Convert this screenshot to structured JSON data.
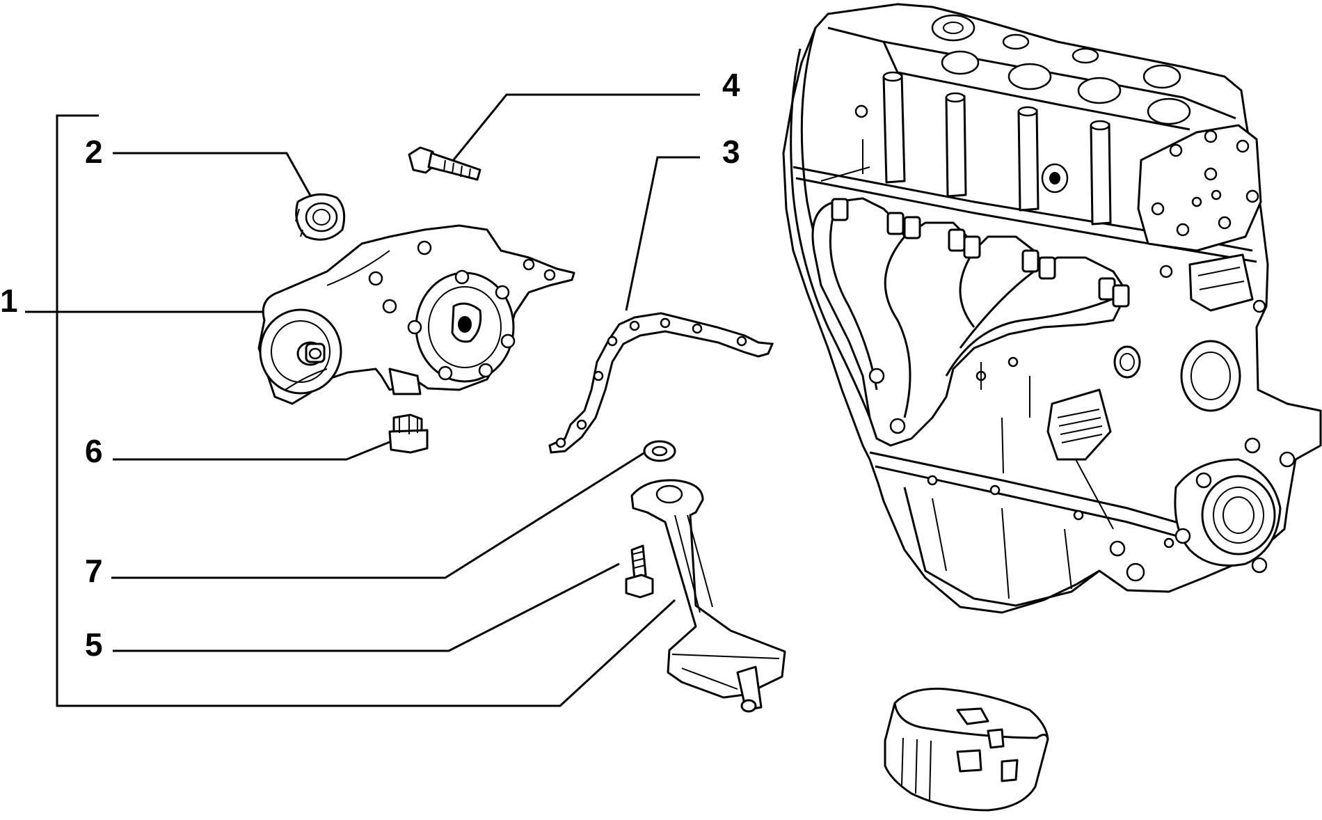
{
  "diagram": {
    "type": "exploded parts diagram",
    "callouts": [
      {
        "id": "1",
        "label": "1",
        "part": "oil-pump-assembly"
      },
      {
        "id": "2",
        "label": "2",
        "part": "seal-ring"
      },
      {
        "id": "3",
        "label": "3",
        "part": "gasket"
      },
      {
        "id": "4",
        "label": "4",
        "part": "bolt"
      },
      {
        "id": "5",
        "label": "5",
        "part": "bolt"
      },
      {
        "id": "6",
        "label": "6",
        "part": "plug"
      },
      {
        "id": "7",
        "label": "7",
        "part": "washer"
      }
    ]
  },
  "colors": {
    "line": "#000000",
    "background": "#ffffff"
  }
}
